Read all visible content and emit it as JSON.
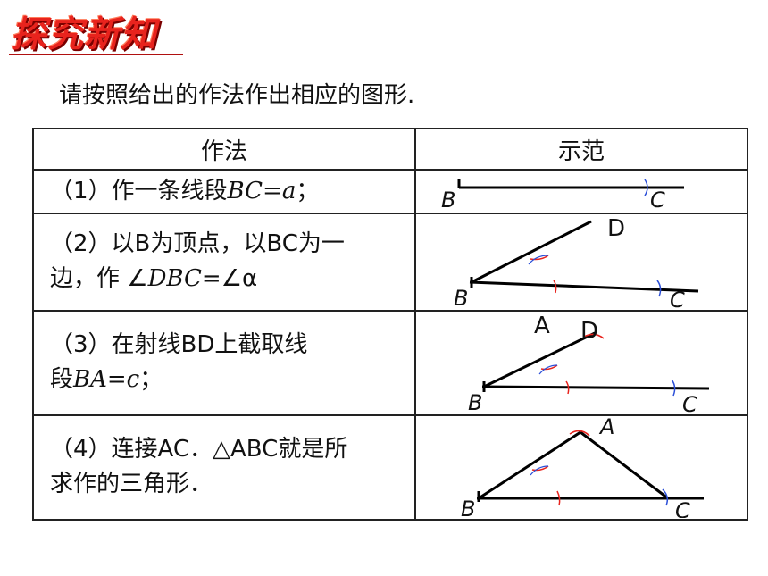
{
  "heading": "探究新知",
  "instruction": "请按照给出的作法作出相应的图形.",
  "table": {
    "header_method": "作法",
    "header_demo": "示范",
    "rows": [
      {
        "step_prefix": "（1）作一条线段",
        "step_math": "BC=a",
        "step_suffix": "；",
        "demo_labels": [
          "B",
          "C"
        ]
      },
      {
        "step_text_line1": "（2）以B为顶点，以BC为一",
        "step_text_line2_prefix": "边，作 ∠",
        "step_math": "DBC",
        "step_text_line2_suffix": "=∠α",
        "demo_labels": [
          "D",
          "B",
          "C"
        ]
      },
      {
        "step_text_line1": "（3）在射线BD上截取线",
        "step_text_line2_prefix": "段",
        "step_math": "BA=c",
        "step_text_line2_suffix": "；",
        "demo_labels": [
          "A",
          "D",
          "B",
          "C"
        ]
      },
      {
        "step_text_line1": "（4）连接AC．△ABC就是所",
        "step_text_line2": "求作的三角形．",
        "demo_labels": [
          "A",
          "B",
          "C"
        ]
      }
    ]
  },
  "colors": {
    "heading": "#e8231d",
    "arc_red": "#e8231d",
    "arc_blue": "#2b4fd8",
    "line": "#000000"
  }
}
